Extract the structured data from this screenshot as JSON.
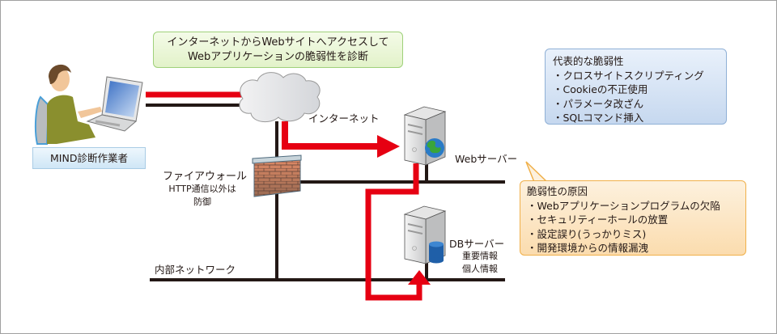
{
  "header_box": {
    "line1": "インターネットからWebサイトへアクセスして",
    "line2": "Webアプリケーションの脆弱性を診断"
  },
  "operator": {
    "label": "MIND診断作業者"
  },
  "internet": {
    "label": "インターネット"
  },
  "firewall": {
    "title": "ファイアウォール",
    "note_line1": "HTTP通信以外は",
    "note_line2": "防御"
  },
  "web_server": {
    "label": "Webサーバー"
  },
  "db_server": {
    "label": "DBサーバー",
    "info_line1": "重要情報",
    "info_line2": "個人情報"
  },
  "internal_network": {
    "label": "内部ネットワーク"
  },
  "vulnerabilities_box": {
    "title": "代表的な脆弱性",
    "items": [
      "・クロスサイトスクリプティング",
      "・Cookieの不正使用",
      "・パラメータ改ざん",
      "・SQLコマンド挿入"
    ]
  },
  "causes_box": {
    "title": "脆弱性の原因",
    "items": [
      "・Webアプリケーションプログラムの欠陥",
      "・セキュリティーホールの放置",
      "・設定誤り(うっかりミス)",
      "・開発環境からの情報漏洩"
    ]
  },
  "colors": {
    "attack_path": "#e60012",
    "network_line": "#231815"
  }
}
